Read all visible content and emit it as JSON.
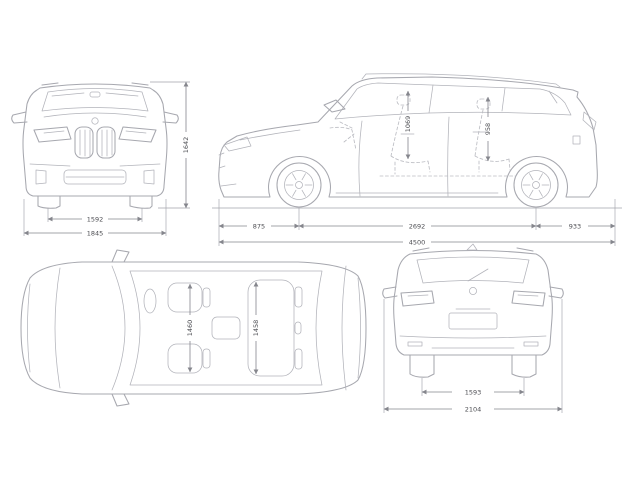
{
  "diagram": {
    "kind": "vehicle-dimension-drawing",
    "background": "#ffffff",
    "line_color": "#a7a8af",
    "dim_line_color": "#85868d",
    "dim_text_color": "#4c4d52",
    "views": {
      "front": {
        "dims": {
          "track": "1592",
          "width": "1845",
          "height": "1642"
        }
      },
      "side": {
        "dims": {
          "front_headroom": "1069",
          "rear_headroom": "958",
          "front_overhang": "875",
          "wheelbase": "2692",
          "rear_overhang": "933",
          "length": "4500"
        }
      },
      "top": {
        "dims": {
          "front_shoulder": "1460",
          "rear_shoulder": "1458"
        }
      },
      "rear": {
        "dims": {
          "track": "1593",
          "width_mirrors": "2104"
        }
      }
    }
  }
}
